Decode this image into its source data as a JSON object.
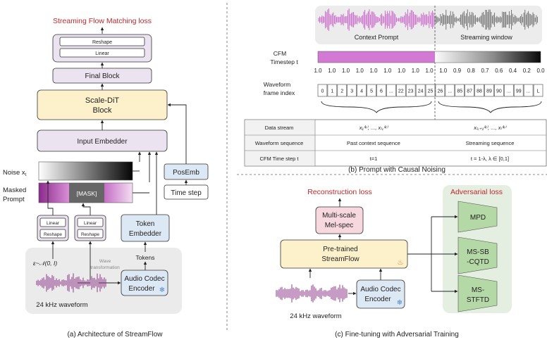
{
  "colors": {
    "loss_red": "#c0282d",
    "lavender": "#ece3f1",
    "yellow": "#fdf1cc",
    "blue": "#dde8f5",
    "pink": "#f7d8df",
    "green_bg": "#e4efe1",
    "green_box": "#b5d8a7",
    "gray_panel": "#ebebeb",
    "wave_purple": "#8e3a8a",
    "magenta": "#c75cc8"
  },
  "a": {
    "loss": "Streaming Flow Matching loss",
    "reshape": "Reshape",
    "linear": "Linear",
    "final_block": "Final Block",
    "dit_line1": "Scale-DiT",
    "dit_line2": "Block",
    "input_embedder": "Input Embedder",
    "noise": "Noise x",
    "noise_sub": "t",
    "masked1": "Masked",
    "masked2": "Prompt",
    "mask": "[MASK]",
    "posemb": "PosEmb",
    "timestep": "Time step",
    "token1": "Token",
    "token2": "Embedder",
    "tokens": "Tokens",
    "codec1": "Audio Codec",
    "codec2": "Encoder",
    "wave_t1": "Wave",
    "wave_t2": "transformation",
    "epsilon": "ε~𝒩(0, I)",
    "waveform": "24 kHz waveform",
    "caption": "(a) Architecture of StreamFlow"
  },
  "b": {
    "context": "Context Prompt",
    "streaming": "Streaming window",
    "cfm1": "CFM",
    "cfm2": "Timestep t",
    "ticks": [
      "1.0",
      "1.0",
      "1.0",
      "1.0",
      "1.0",
      "1.0",
      "1.0",
      "1.0",
      "1.0",
      "1.0",
      "0.9",
      "0.8",
      "0.7",
      "0.6",
      "0.4",
      "0.2",
      "0.0"
    ],
    "wf1": "Waveform",
    "wf2": "frame index",
    "frames": [
      "0",
      "1",
      "2",
      "3",
      "4",
      "5",
      "6",
      "...",
      "22",
      "23",
      "24",
      "25",
      "26",
      "...",
      "85",
      "87",
      "88",
      "89",
      "90",
      "...",
      "99",
      "...",
      "L"
    ],
    "table": [
      [
        "Data stream",
        "x₁⁽ᵏ⁾, ..., xₗ꜀⁽ᵏ⁾",
        "xₗ꜀₊₁⁽ᵏ⁾, ..., xₗ⁽ᵏ⁾"
      ],
      [
        "Waveform sequence",
        "Past context sequence",
        "Streaming sequence"
      ],
      [
        "CFM Time step t",
        "t=1",
        "t = 1-λ, λ ∈ [0,1]"
      ]
    ],
    "caption": "(b) Prompt with Causal Noising"
  },
  "c": {
    "recon": "Reconstruction loss",
    "adv": "Adversarial loss",
    "mel1": "Multi-scale",
    "mel2": "Mel-spec",
    "pre1": "Pre-trained",
    "pre2": "StreamFlow",
    "mpd": "MPD",
    "cqtd1": "MS-SB",
    "cqtd2": "-CQTD",
    "stftd1": "MS-",
    "stftd2": "STFTD",
    "codec1": "Audio Codec",
    "codec2": "Encoder",
    "waveform": "24 kHz waveform",
    "caption": "(c) Fine-tuning with Adversarial Training"
  }
}
